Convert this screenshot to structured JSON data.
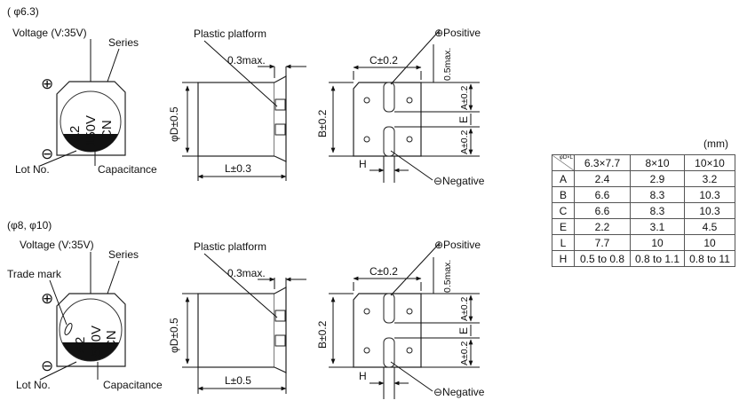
{
  "section_a": {
    "title": "( φ6.3)",
    "top_view": {
      "voltage": "Voltage (V:35V)",
      "series": "Series",
      "lot": "Lot No.",
      "capacitance": "Capacitance",
      "marking": [
        "A2",
        "150V",
        "CN"
      ],
      "plus": "⊕",
      "minus": "⊖"
    },
    "side_view": {
      "platform": "Plastic platform",
      "max": "0.3max.",
      "diameter": "φD±0.5",
      "length": "L±0.3"
    },
    "bottom_view": {
      "positive": "⊕Positive",
      "negative": "⊖Negative",
      "c": "C±0.2",
      "b": "B±0.2",
      "max": "0.5max.",
      "a_top": "A±0.2",
      "e": "E",
      "a_bot": "A±0.2",
      "h": "H"
    }
  },
  "section_b": {
    "title": "(φ8, φ10)",
    "top_view": {
      "voltage": "Voltage (V:35V)",
      "series": "Series",
      "trade": "Trade mark",
      "lot": "Lot No.",
      "capacitance": "Capacitance",
      "marking": [
        "A2",
        "560V",
        "CN"
      ],
      "plus": "⊕",
      "minus": "⊖"
    },
    "side_view": {
      "platform": "Plastic platform",
      "max": "0.3max.",
      "diameter": "φD±0.5",
      "length": "L±0.5"
    },
    "bottom_view": {
      "positive": "⊕Positive",
      "negative": "⊖Negative",
      "c": "C±0.2",
      "b": "B±0.2",
      "max": "0.5max.",
      "a_top": "A±0.2",
      "e": "E",
      "a_bot": "A±0.2",
      "h": "H"
    }
  },
  "table": {
    "unit": "(mm)",
    "corner": "φD×L",
    "columns": [
      "6.3×7.7",
      "8×10",
      "10×10"
    ],
    "rows": [
      {
        "label": "A",
        "values": [
          "2.4",
          "2.9",
          "3.2"
        ]
      },
      {
        "label": "B",
        "values": [
          "6.6",
          "8.3",
          "10.3"
        ]
      },
      {
        "label": "C",
        "values": [
          "6.6",
          "8.3",
          "10.3"
        ]
      },
      {
        "label": "E",
        "values": [
          "2.2",
          "3.1",
          "4.5"
        ]
      },
      {
        "label": "L",
        "values": [
          "7.7",
          "10",
          "10"
        ]
      },
      {
        "label": "H",
        "values": [
          "0.5 to 0.8",
          "0.8 to 1.1",
          "0.8 to 11"
        ]
      }
    ]
  }
}
